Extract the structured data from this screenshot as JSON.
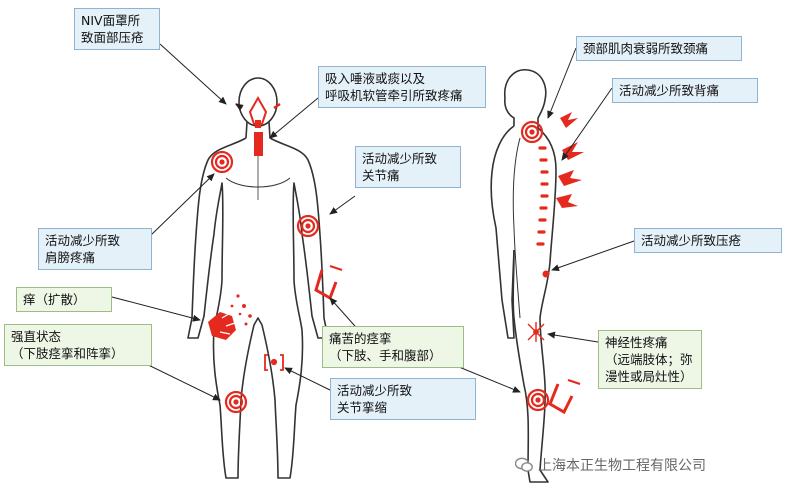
{
  "labels": {
    "niv_mask": [
      "NIV面罩所",
      "致面部压疮"
    ],
    "saliva": [
      "吸入唾液或痰以及",
      "呼吸机软管牵引所致疼痛"
    ],
    "joint_pain": [
      "活动减少所致",
      "关节痛"
    ],
    "shoulder": [
      "活动减少所致",
      "肩膀疼痛"
    ],
    "itch": [
      "痒（扩散）"
    ],
    "rigid": [
      "强直状态",
      "（下肢痉挛和阵挛）"
    ],
    "spasm": [
      "痛苦的痉挛",
      "（下肢、手和腹部）"
    ],
    "contracture": [
      "活动减少所致",
      "关节挛缩"
    ],
    "neck": [
      "颈部肌肉衰弱所致颈痛"
    ],
    "back": [
      "活动减少所致背痛"
    ],
    "pressure": [
      "活动减少所致压疮"
    ],
    "neuro": [
      "神经性疼痛",
      "（远端肢体；弥",
      "漫性或局灶性）"
    ]
  },
  "watermark": {
    "text": "上海本正生物工程有限公司",
    "icon": "wechat-icon"
  },
  "colors": {
    "pain_red": "#e42a1f",
    "box_blue": "#e4f1f9",
    "box_green": "#eef6e6",
    "outline": "#333333"
  }
}
